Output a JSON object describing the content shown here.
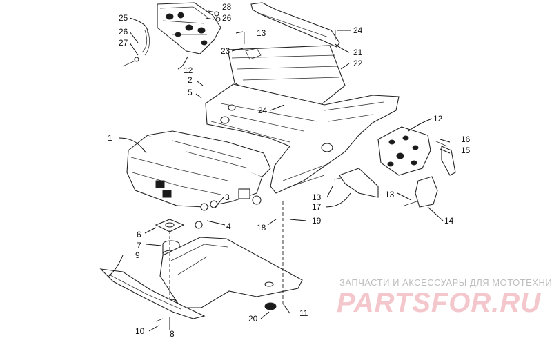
{
  "callouts": [
    {
      "id": "1",
      "label": "1"
    },
    {
      "id": "2",
      "label": "2"
    },
    {
      "id": "3",
      "label": "3"
    },
    {
      "id": "4",
      "label": "4"
    },
    {
      "id": "5",
      "label": "5"
    },
    {
      "id": "6",
      "label": "6"
    },
    {
      "id": "7",
      "label": "7"
    },
    {
      "id": "8",
      "label": "8"
    },
    {
      "id": "9",
      "label": "9"
    },
    {
      "id": "10",
      "label": "10"
    },
    {
      "id": "11",
      "label": "11"
    },
    {
      "id": "12a",
      "label": "12"
    },
    {
      "id": "12b",
      "label": "12"
    },
    {
      "id": "13a",
      "label": "13"
    },
    {
      "id": "13b",
      "label": "13"
    },
    {
      "id": "13c",
      "label": "13"
    },
    {
      "id": "14",
      "label": "14"
    },
    {
      "id": "15",
      "label": "15"
    },
    {
      "id": "16",
      "label": "16"
    },
    {
      "id": "17",
      "label": "17"
    },
    {
      "id": "18",
      "label": "18"
    },
    {
      "id": "19",
      "label": "19"
    },
    {
      "id": "20",
      "label": "20"
    },
    {
      "id": "21",
      "label": "21"
    },
    {
      "id": "22",
      "label": "22"
    },
    {
      "id": "23",
      "label": "23"
    },
    {
      "id": "24a",
      "label": "24"
    },
    {
      "id": "24b",
      "label": "24"
    },
    {
      "id": "25",
      "label": "25"
    },
    {
      "id": "26a",
      "label": "26"
    },
    {
      "id": "26b",
      "label": "26"
    },
    {
      "id": "27",
      "label": "27"
    },
    {
      "id": "28",
      "label": "28"
    }
  ],
  "watermark": {
    "line1": "ЗАПЧАСТИ И АКСЕССУАРЫ ДЛЯ МОТОТЕХНИКИ",
    "line2": "PARTSFOR.RU",
    "color_line1": "#bdbdbd",
    "color_line2": "#f4c7cc"
  }
}
